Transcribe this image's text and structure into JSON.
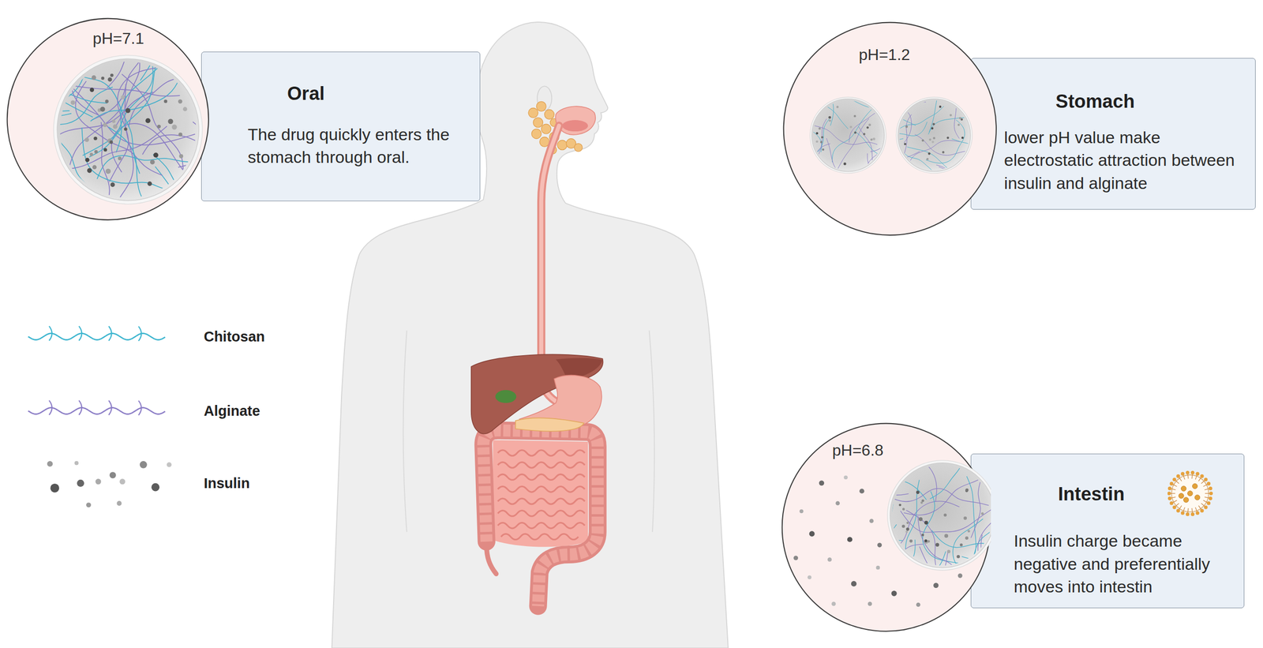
{
  "diagram": {
    "nodes": [
      {
        "text": [
          "pH=7.1"
        ]
      },
      {
        "text": [
          "Oral",
          "The drug quickly enters the stomach through oral."
        ]
      },
      {
        "text": [
          "pH=1.2"
        ]
      },
      {
        "text": [
          "Stomach",
          "lower pH value make electrostatic attraction between insulin and alginate"
        ]
      },
      {
        "text": [
          "pH=6.8"
        ]
      },
      {
        "text": [
          "Intestin",
          "Insulin charge became negative and preferentially moves into intestin"
        ]
      }
    ],
    "legend": [
      {
        "text": "Chitosan"
      },
      {
        "text": "Alginate"
      },
      {
        "text": "Insulin"
      }
    ]
  }
}
